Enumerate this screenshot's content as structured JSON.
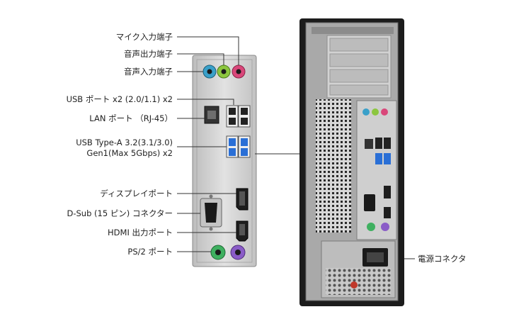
{
  "labels": {
    "mic": "マイク入力端子",
    "line_out": "音声出力端子",
    "line_in": "音声入力端子",
    "usb2": "USB ポート x2 (2.0/1.1) x2",
    "lan": "LAN ポート （RJ-45）",
    "usb3_line1": "USB Type-A 3.2(3.1/3.0)",
    "usb3_line2": "Gen1(Max 5Gbps) x2",
    "display": "ディスプレイポート",
    "dsub": "D-Sub (15 ピン) コネクター",
    "hdmi": "HDMI 出力ポート",
    "ps2": "PS/2 ポート",
    "power": "電源コネクタ"
  },
  "colors": {
    "audio_mic": "#d9477a",
    "audio_out": "#8cc63f",
    "audio_in": "#3aa0c9",
    "usb3": "#2a6fd6",
    "ps2_kbd": "#8a5cc7",
    "ps2_mouse": "#3fb060"
  }
}
